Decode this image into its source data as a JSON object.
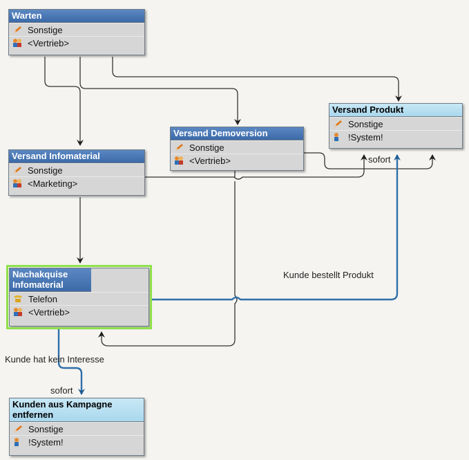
{
  "nodes": {
    "warten": {
      "title": "Warten",
      "rows": [
        {
          "icon": "pencil-icon",
          "text": "Sonstige"
        },
        {
          "icon": "group-icon",
          "text": "<Vertrieb>"
        }
      ]
    },
    "versand_demoversion": {
      "title": "Versand Demoversion",
      "rows": [
        {
          "icon": "pencil-icon",
          "text": "Sonstige"
        },
        {
          "icon": "group-icon",
          "text": "<Vertrieb>"
        }
      ]
    },
    "versand_produkt": {
      "title": "Versand Produkt",
      "rows": [
        {
          "icon": "pencil-icon",
          "text": "Sonstige"
        },
        {
          "icon": "user-icon",
          "text": "!System!"
        }
      ]
    },
    "versand_infomaterial": {
      "title": "Versand Infomaterial",
      "rows": [
        {
          "icon": "pencil-icon",
          "text": "Sonstige"
        },
        {
          "icon": "group-icon",
          "text": "<Marketing>"
        }
      ]
    },
    "nachakquise": {
      "title": "Nachakquise Infomaterial",
      "rows": [
        {
          "icon": "phone-icon",
          "text": "Telefon"
        },
        {
          "icon": "group-icon",
          "text": "<Vertrieb>"
        }
      ]
    },
    "kunden_entfernen": {
      "title": "Kunden aus Kampagne entfernen",
      "rows": [
        {
          "icon": "pencil-icon",
          "text": "Sonstige"
        },
        {
          "icon": "user-icon",
          "text": "!System!"
        }
      ]
    }
  },
  "labels": {
    "sofort_top": "sofort",
    "kunde_bestellt": "Kunde bestellt Produkt",
    "kunde_kein_interesse": "Kunde hat kein Interesse",
    "sofort_bottom": "sofort"
  },
  "colors": {
    "header_blue": "#3c6aa8",
    "header_light": "#a9d8ee",
    "connector_dark": "#2b2b2b",
    "connector_blue": "#2f6ea8",
    "selection_green": "#8fe14a"
  }
}
